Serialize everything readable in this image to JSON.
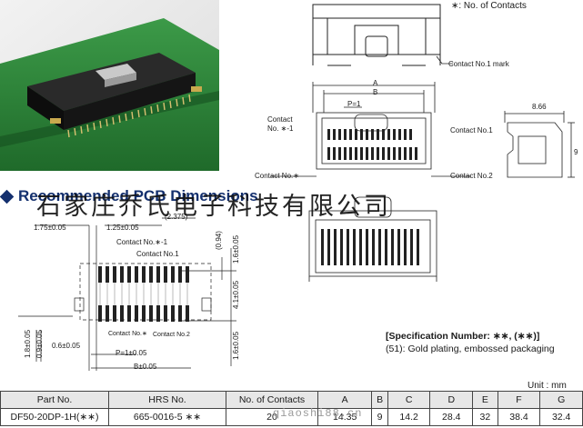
{
  "legend_star": "∗: No. of Contacts",
  "heading": "Recommended PCB Dimensions",
  "watermark": "石家庄乔氏电子科技有限公司",
  "watermark_url": "qiaoshi88.cn",
  "top_view": {
    "contact_no1_mark": "Contact No.1 mark"
  },
  "front_view": {
    "dim_A": "A",
    "dim_B": "B",
    "dim_P": "P=1",
    "contact_no_star_1": "Contact\nNo. ∗-1",
    "contact_no1": "Contact No.1",
    "contact_no_star": "Contact No.∗",
    "contact_no2": "Contact No.2"
  },
  "side_view": {
    "dim_width": "8.66",
    "dim_height": "9"
  },
  "pcb": {
    "dim_175": "1.75±0.05",
    "dim_125": "1.25±0.05",
    "dim_2375": "(2.375)",
    "contact_star_1": "Contact No.∗-1",
    "contact_1": "Contact No.1",
    "contact_star": "Contact No.∗",
    "contact_2": "Contact No.2",
    "dim_094": "(0.94)",
    "dim_16_top": "1.6±0.05",
    "dim_41": "4.1±0.05",
    "dim_16_bottom": "1.6±0.05",
    "dim_18": "1.8±0.05",
    "dim_09": "0.9±0.05",
    "dim_06": "0.6±0.05",
    "dim_P": "P=1±0.05",
    "dim_B": "B±0.05"
  },
  "spec": {
    "title": "[Specification Number: ∗∗, (∗∗)]",
    "line": "(51): Gold plating, embossed packaging"
  },
  "unit": "Unit : mm",
  "table": {
    "headers": [
      "Part No.",
      "HRS No.",
      "No. of Contacts",
      "A",
      "B",
      "C",
      "D",
      "E",
      "F",
      "G"
    ],
    "rows": [
      [
        "DF50-20DP-1H(∗∗)",
        "665-0016-5 ∗∗",
        "20",
        "14.35",
        "9",
        "14.2",
        "28.4",
        "32",
        "38.4",
        "32.4"
      ]
    ]
  },
  "colors": {
    "heading": "#14306e",
    "pcb_green": "#2e8a3a",
    "connector_black": "#1c1c1c"
  }
}
